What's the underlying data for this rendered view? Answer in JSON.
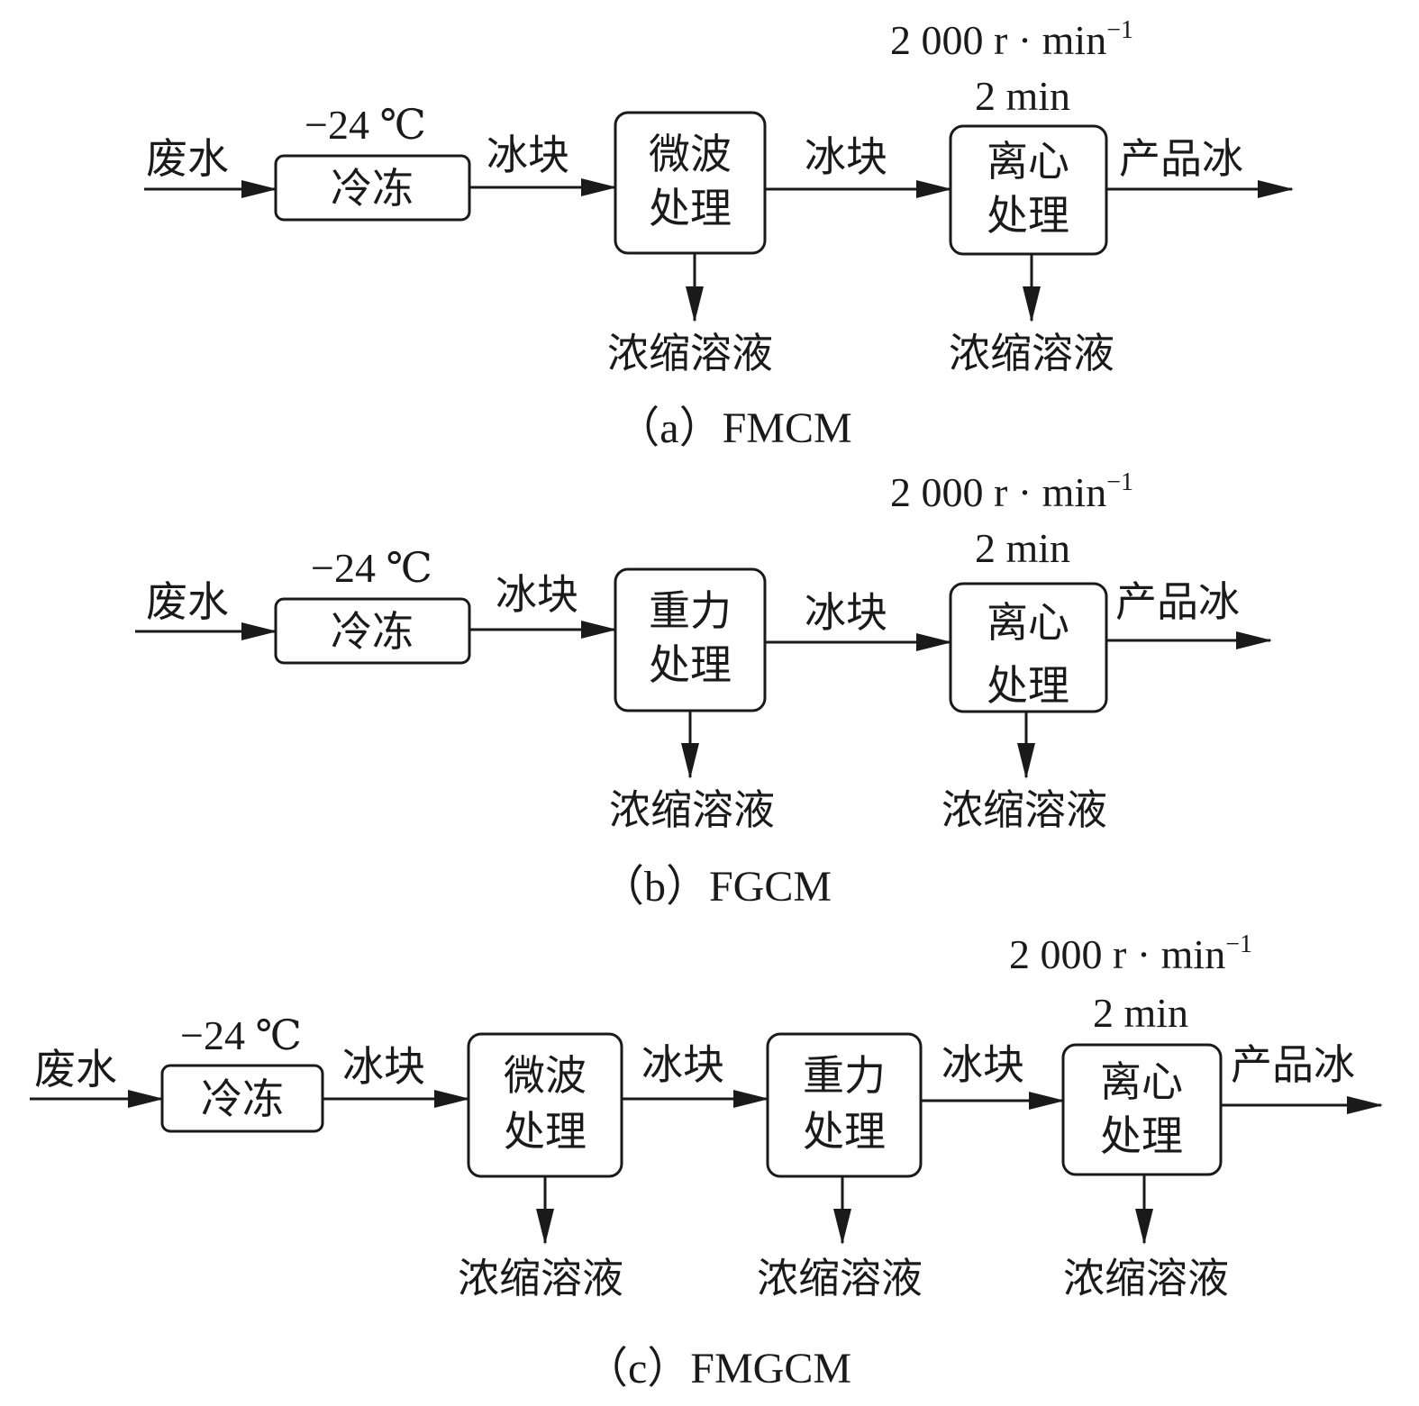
{
  "labels": {
    "feed": "废水",
    "temperature": "−24 ℃",
    "freeze": "冷冻",
    "ice_block": "冰块",
    "microwave_line1": "微波",
    "microwave_line2": "处理",
    "gravity_line1": "重力",
    "gravity_line2": "处理",
    "centrifuge_line1": "离心",
    "centrifuge_line2": "处理",
    "product": "产品冰",
    "concentrate": "浓缩溶液",
    "speed": "2 000 r · min",
    "speed_exp": "−1",
    "duration": "2 min"
  },
  "captions": {
    "a": "（a）FMCM",
    "b": "（b）FGCM",
    "c": "（c）FMGCM"
  },
  "colors": {
    "stroke": "#1a1a1a",
    "background": "#ffffff"
  }
}
